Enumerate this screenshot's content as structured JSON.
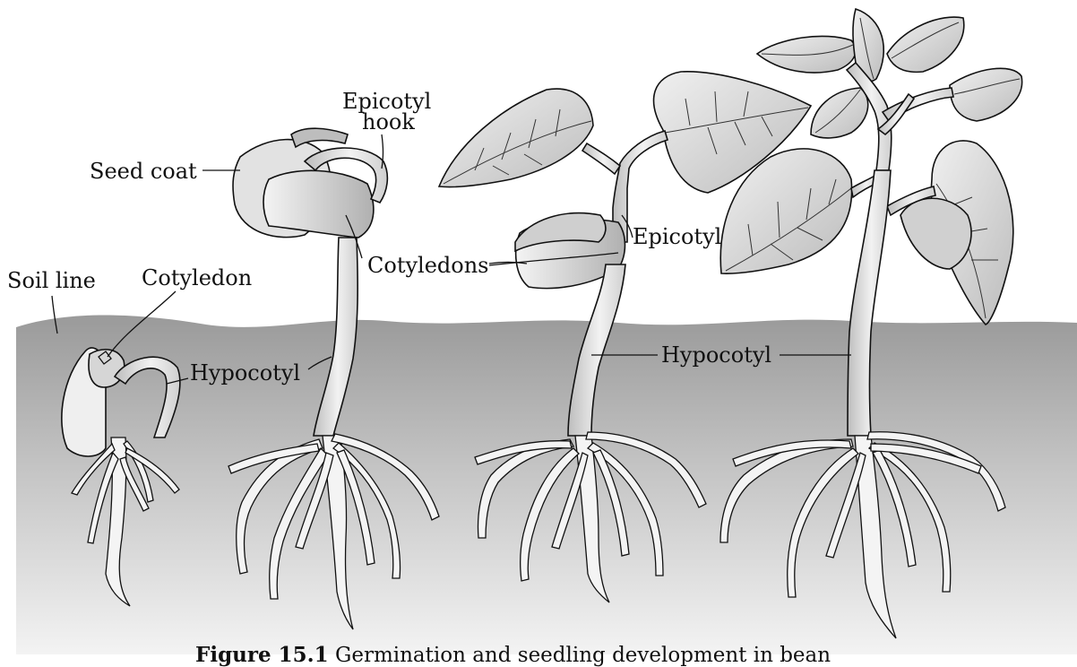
{
  "labels": {
    "soil_line": "Soil line",
    "cotyledon": "Cotyledon",
    "seed_coat": "Seed coat",
    "hypocotyl_1": "Hypocotyl",
    "epicotyl_hook_line1": "Epicotyl",
    "epicotyl_hook_line2": "hook",
    "hypocotyl_2": "Hypocotyl",
    "cotyledons": "Cotyledons",
    "epicotyl": "Epicotyl",
    "hypocotyl_3": "Hypocotyl"
  },
  "caption": {
    "number": "Figure 15.1",
    "text": " Germination and seedling development in bean"
  },
  "colors": {
    "soil_top": "#9a9a9a",
    "soil_bottom": "#f3f3f3",
    "stem_fill": "#e4e4e4",
    "leaf_fill": "#dcdcdc",
    "outline": "#111111"
  }
}
